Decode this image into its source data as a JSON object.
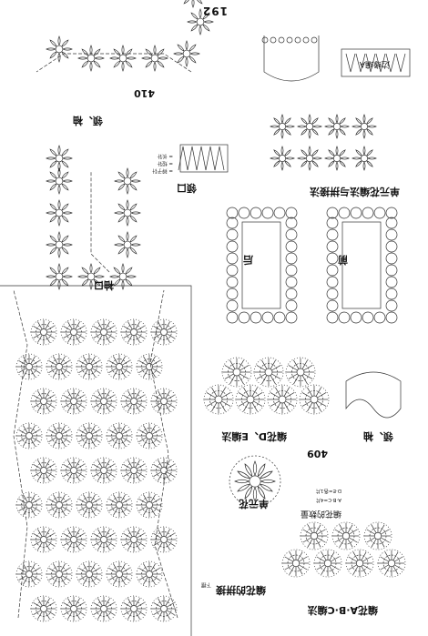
{
  "page": {
    "number": "192"
  },
  "sections": {
    "neckband_title": "领、袖",
    "neckband_number": "410",
    "neckline": "领口",
    "cuff": "袖口",
    "joining_title": "单元花编法与拼接法",
    "front": "前",
    "back": "后",
    "edging": "边缘编A",
    "d_e_title": "编花D、E编法",
    "collar_sleeve": "领、袖",
    "collar_number": "409",
    "unit_flower": "单元花",
    "flower_count_title": "编花的数量",
    "flower_count_line1": "A·B·C=4片",
    "flower_count_line2": "D·E=各1片",
    "abc_title": "编花A·B·C编法",
    "joining_body": "编花的拼接",
    "joining_note": "下摆"
  },
  "chart_legend": [
    "= 辫子针",
    "= 短针",
    "= 长针"
  ]
}
